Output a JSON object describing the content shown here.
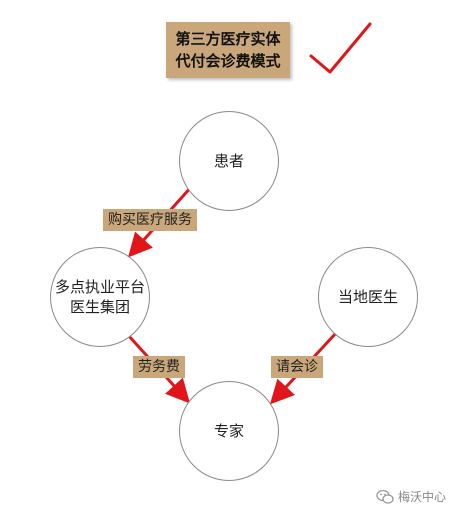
{
  "title": {
    "line1": "第三方医疗实体",
    "line2": "代付会诊费模式"
  },
  "nodes": {
    "patient": "患者",
    "group_line1": "多点执业平台",
    "group_line2": "医生集团",
    "local_doctor": "当地医生",
    "expert": "专家"
  },
  "edge_labels": {
    "buy_service": "购买医疗服务",
    "labor_fee": "劳务费",
    "consult": "请会诊"
  },
  "watermark": "梅沃中心",
  "colors": {
    "label_fill": "#c9a77b",
    "arrow": "#e0161b",
    "checkmark": "#e0161b",
    "node_stroke": "#8a8a8a"
  }
}
